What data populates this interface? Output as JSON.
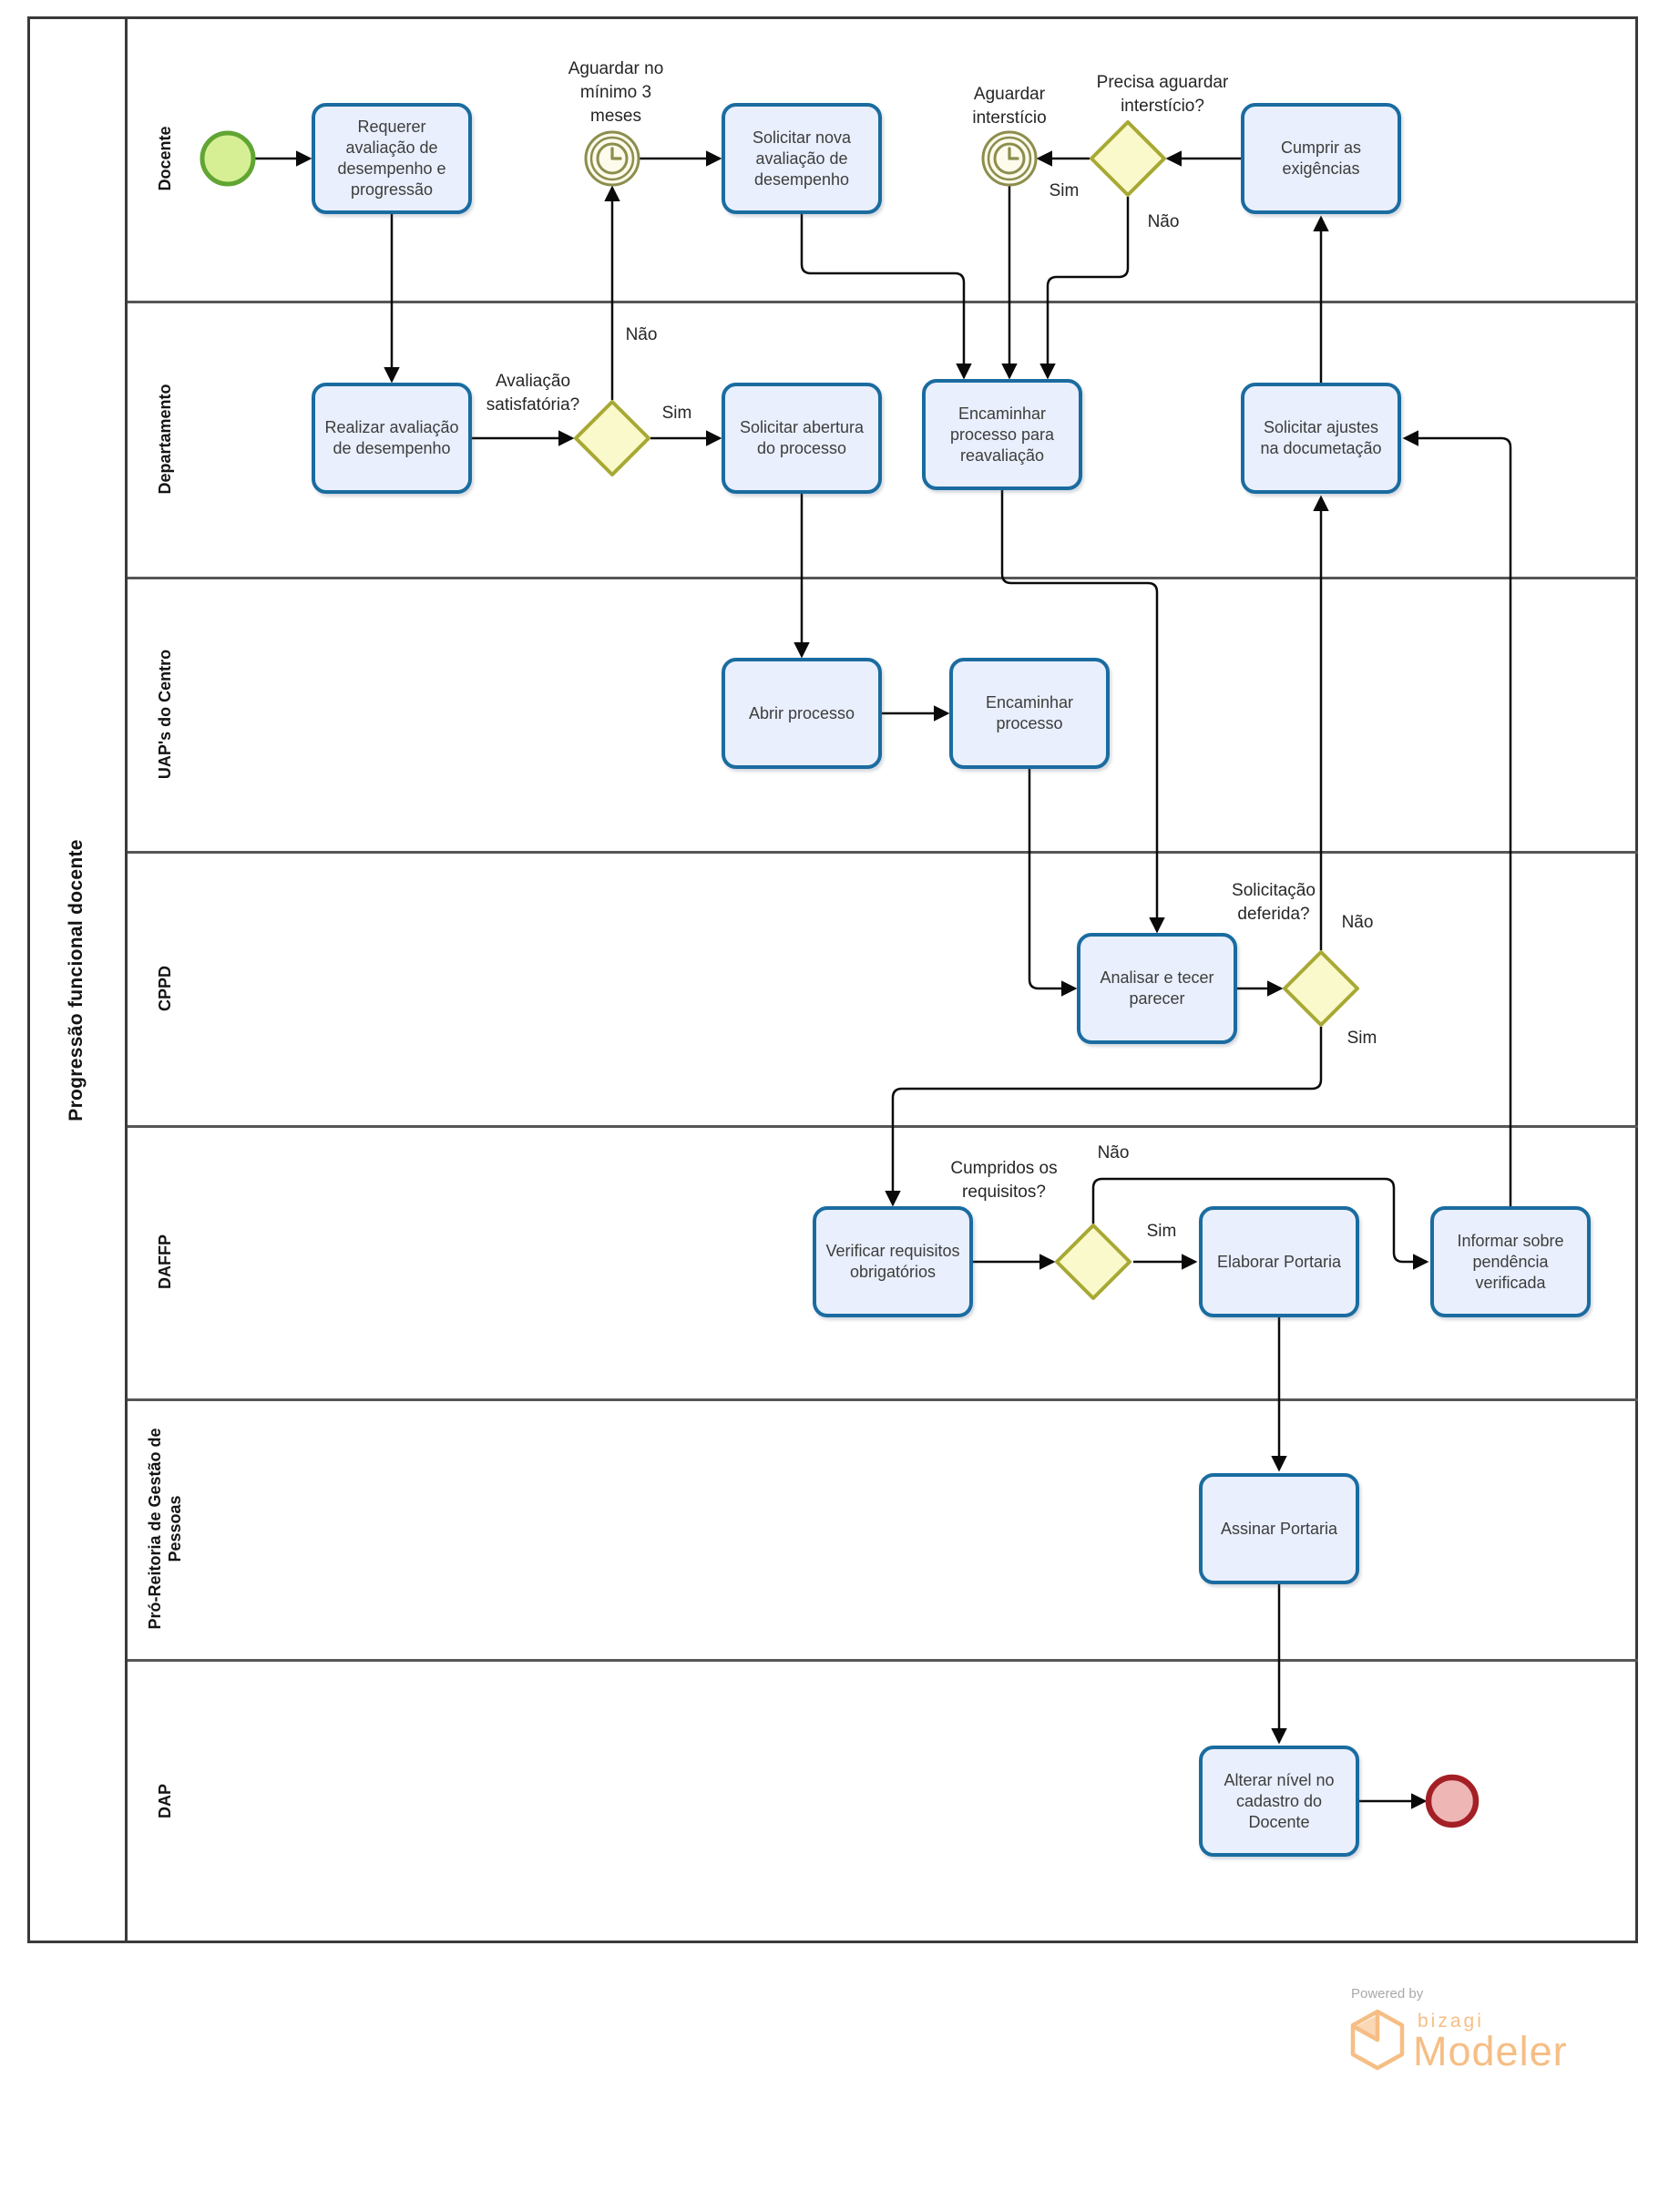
{
  "title": "Progressão funcional docente",
  "lanes": [
    {
      "label": "Docente"
    },
    {
      "label": "Departamento"
    },
    {
      "label": "UAP's do Centro"
    },
    {
      "label": "CPPD"
    },
    {
      "label": "DAFFP"
    },
    {
      "label": "Pró-Reitoria de Gestão de Pessoas"
    },
    {
      "label": "DAP"
    }
  ],
  "tasks": {
    "requerer": {
      "label": "Requerer avaliação de desempenho e progressão"
    },
    "solicitar_nova": {
      "label": "Solicitar nova avaliação de desempenho"
    },
    "cumprir": {
      "label": "Cumprir as exigências"
    },
    "realizar": {
      "label": "Realizar avaliação de desempenho"
    },
    "solicitar_abertura": {
      "label": "Solicitar abertura do processo"
    },
    "encaminhar_reavaliacao": {
      "label": "Encaminhar processo para reavaliação"
    },
    "solicitar_ajustes": {
      "label": "Solicitar ajustes na documetação"
    },
    "abrir_processo": {
      "label": "Abrir processo"
    },
    "encaminhar_processo": {
      "label": "Encaminhar processo"
    },
    "analisar": {
      "label": "Analisar e tecer parecer"
    },
    "verificar": {
      "label": "Verificar requisitos obrigatórios"
    },
    "elaborar": {
      "label": "Elaborar Portaria"
    },
    "informar": {
      "label": "Informar sobre pendência verificada"
    },
    "assinar": {
      "label": "Assinar Portaria"
    },
    "alterar": {
      "label": "Alterar nível no cadastro do Docente"
    }
  },
  "events": {
    "timer_minimo": {
      "label": "Aguardar no mínimo 3 meses"
    },
    "timer_intersticio": {
      "label": "Aguardar interstício"
    }
  },
  "gateways": {
    "avaliacao": {
      "label": "Avaliação satisfatória?"
    },
    "precisa": {
      "label": "Precisa aguardar interstício?"
    },
    "deferida": {
      "label": "Solicitação deferida?"
    },
    "requisitos": {
      "label": "Cumpridos os requisitos?"
    }
  },
  "flow_labels": {
    "avaliacao_sim": "Sim",
    "avaliacao_nao": "Não",
    "precisa_sim": "Sim",
    "precisa_nao": "Não",
    "deferida_sim": "Sim",
    "deferida_nao": "Não",
    "requisitos_sim": "Sim",
    "requisitos_nao": "Não"
  },
  "footer": {
    "powered_by": "Powered by",
    "brand": "bizagi",
    "product": "Modeler"
  },
  "colors": {
    "task_fill": "#e9effc",
    "task_border": "#1a6ca0",
    "gateway_fill": "#faf9cb",
    "gateway_border": "#a8a934",
    "timer": "#8d8d4e",
    "timer_fill": "#fdfbec",
    "start_fill": "#d6ef95",
    "start_border": "#61a532",
    "end_fill": "#efb6b6",
    "end_border": "#a32026",
    "flow": "#0a0a0a",
    "brand_orange": "#f6be85"
  }
}
